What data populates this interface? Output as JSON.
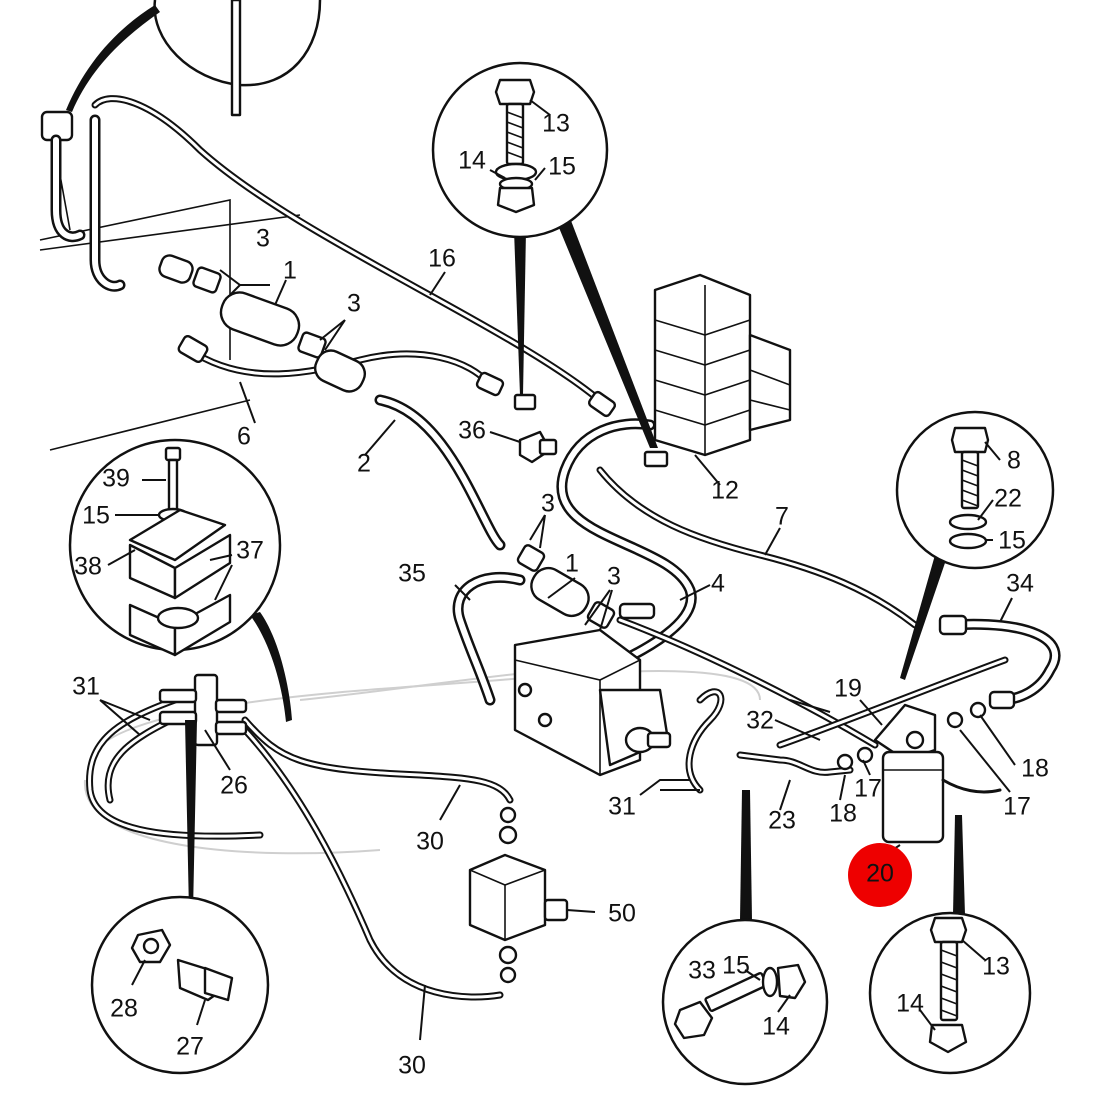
{
  "labels": {
    "l1a": "1",
    "l1b": "1",
    "l2": "2",
    "l3a": "3",
    "l3b": "3",
    "l3c": "3",
    "l3d": "3",
    "l4": "4",
    "l6": "6",
    "l7": "7",
    "l8": "8",
    "l12": "12",
    "l13a": "13",
    "l13b": "13",
    "l14a": "14",
    "l14b": "14",
    "l14c": "14",
    "l15a": "15",
    "l15b": "15",
    "l15c": "15",
    "l15d": "15",
    "l16": "16",
    "l17a": "17",
    "l17b": "17",
    "l18a": "18",
    "l18b": "18",
    "l19": "19",
    "l20": "20",
    "l22": "22",
    "l23": "23",
    "l26": "26",
    "l27": "27",
    "l28": "28",
    "l30a": "30",
    "l30b": "30",
    "l31a": "31",
    "l31b": "31",
    "l32": "32",
    "l33": "33",
    "l34": "34",
    "l35": "35",
    "l36": "36",
    "l37": "37",
    "l38": "38",
    "l39": "39",
    "l50": "50"
  },
  "highlight": {
    "color": "#ee0000"
  }
}
